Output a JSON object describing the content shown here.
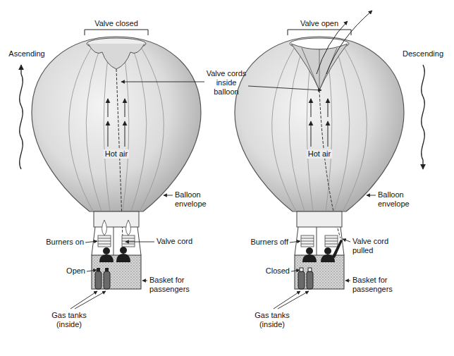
{
  "diagram": {
    "labels": [
      "Valve closed",
      "Valve open",
      "Ascending",
      "Descending",
      "Valve cords inside balloon",
      "Hot air",
      "Hot air",
      "Balloon envelope",
      "Balloon envelope",
      "Burners on",
      "Valve cord",
      "Burners off",
      "Valve cord pulled",
      "Open",
      "Basket for passengers",
      "Closed",
      "Basket for passengers",
      "Gas tanks (inside)",
      "Gas tanks (inside)"
    ]
  }
}
